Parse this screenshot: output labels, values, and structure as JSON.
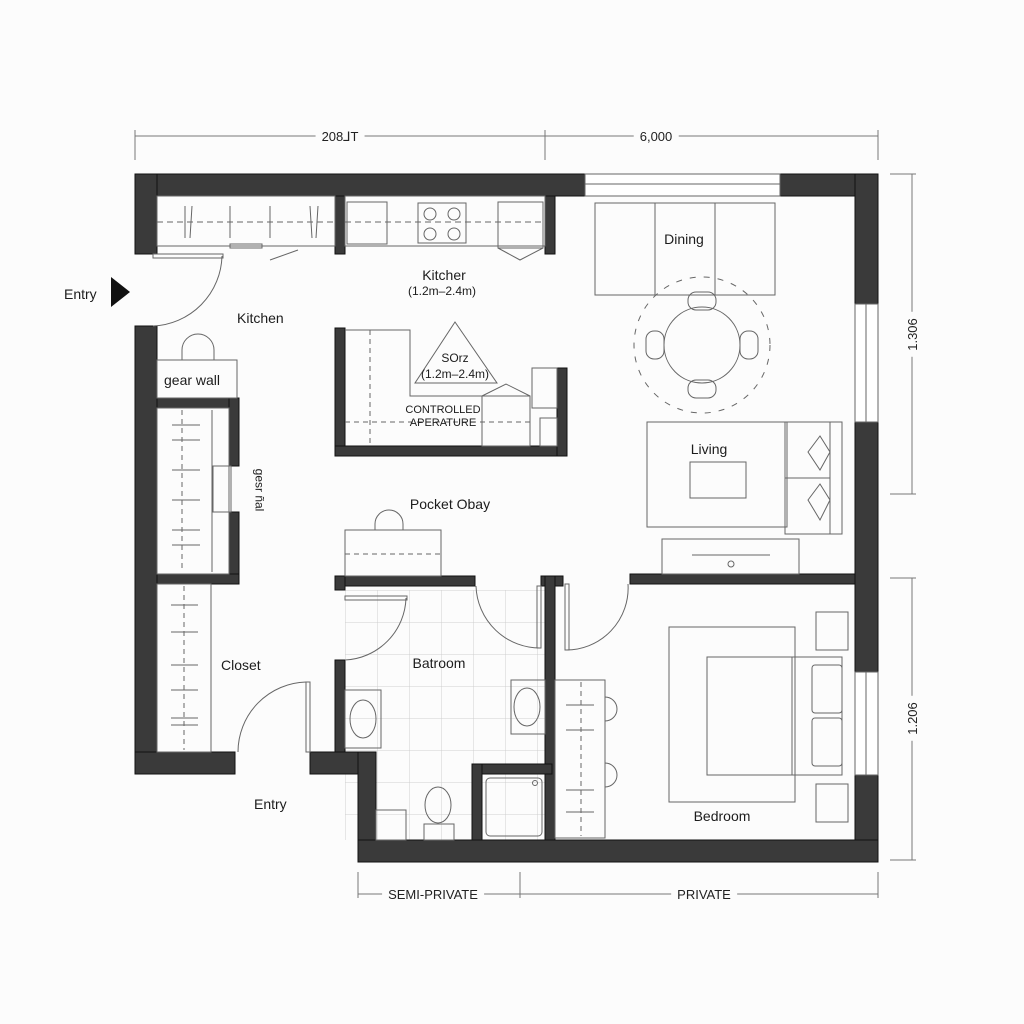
{
  "plan": {
    "title": "Apartment floor plan",
    "colors": {
      "wall": "#3a3a3a",
      "line": "#777777",
      "background": "#fcfcfc",
      "text": "#1c1c1c"
    }
  },
  "dimensions": {
    "top_left": "208⅃T",
    "top_right": "6,000",
    "right_upper": "1.306",
    "right_lower": "1.206",
    "bottom_left": "SEMI-PRIVATE",
    "bottom_right": "PRIVATE"
  },
  "rooms": {
    "entry_main": "Entry",
    "kitchen": "Kitchen",
    "kitchen_upper": "Kitcher",
    "kitchen_upper_range": "(1.2m–2.4m)",
    "work_triangle": "SOrz",
    "work_triangle_range": "(1.2m–2.4m)",
    "controlled_1": "CONTROLLED",
    "controlled_2": "APERATURE",
    "gear_wall": "gear wall",
    "gear_rail": "gesr ñal",
    "pocket": "Pocket Obay",
    "dining": "Dining",
    "living": "Living",
    "closet": "Closet",
    "entry_secondary": "Entry",
    "bathroom": "Batroom",
    "bedroom": "Bedroom"
  },
  "icons": {
    "entry_arrow": "triangle-right"
  }
}
